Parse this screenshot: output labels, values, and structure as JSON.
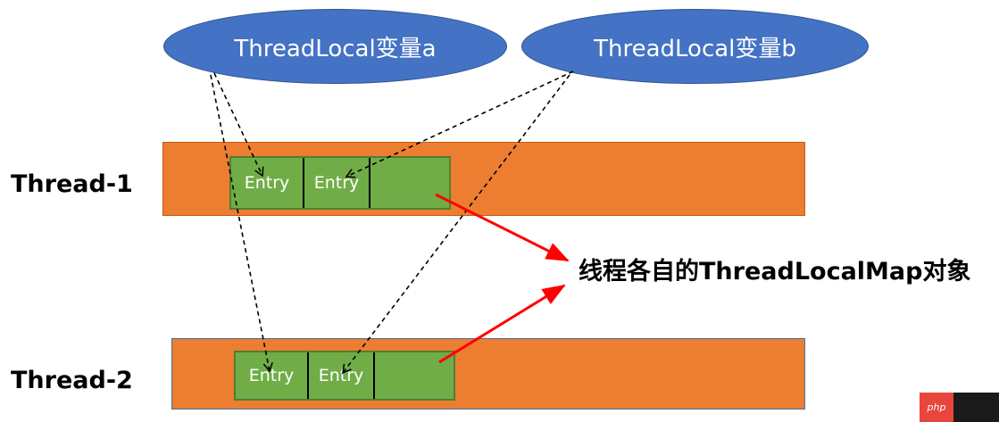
{
  "ellipses": {
    "a": "ThreadLocal变量a",
    "b": "ThreadLocal变量b"
  },
  "threads": [
    {
      "label": "Thread-1",
      "entries": [
        "Entry",
        "Entry"
      ]
    },
    {
      "label": "Thread-2",
      "entries": [
        "Entry",
        "Entry"
      ]
    }
  ],
  "caption": "线程各自的ThreadLocalMap对象",
  "watermark": "php",
  "colors": {
    "ellipse": "#4472c4",
    "thread_bar": "#ed7d31",
    "map": "#70ad47",
    "arrow": "#ff0000"
  }
}
